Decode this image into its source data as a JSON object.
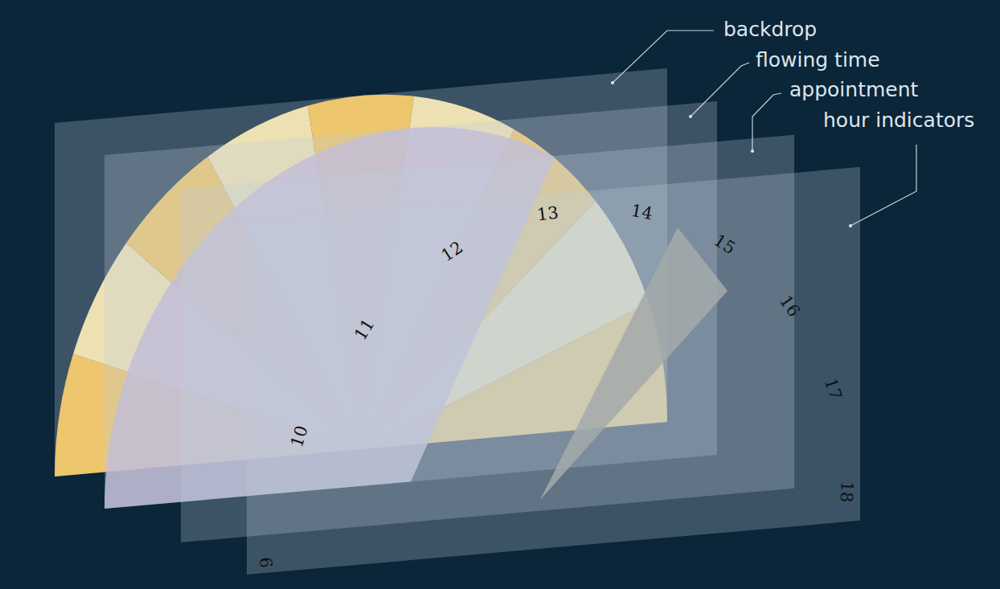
{
  "diagram": {
    "labels": [
      "backdrop",
      "flowing time",
      "appointment",
      "hour indicators",
      "9",
      "10",
      "11",
      "12",
      "13",
      "14",
      "15",
      "16",
      "17",
      "18"
    ]
  }
}
